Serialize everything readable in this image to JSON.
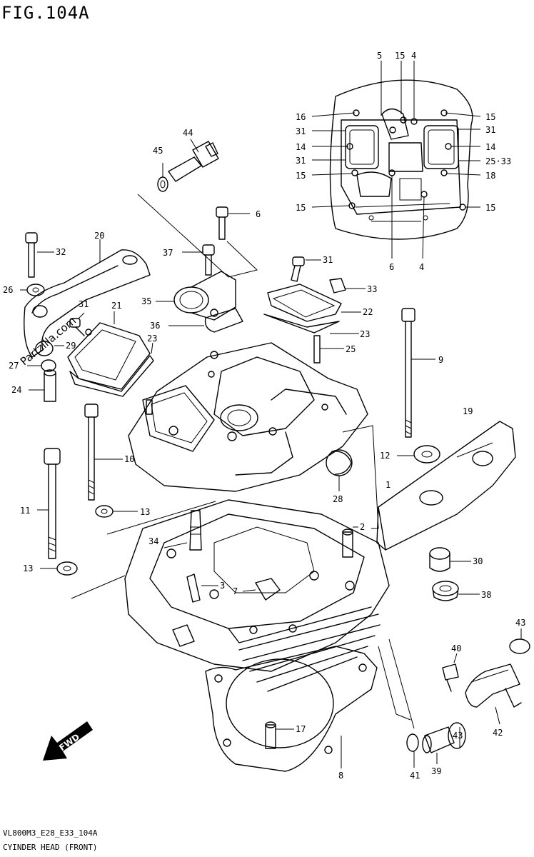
{
  "figure": {
    "title": "FIG.104A",
    "code": "VL800M3_E28_E33_104A",
    "name": "CYINDER HEAD (FRONT)"
  },
  "fwd_label": "FWD",
  "watermark": "Partzilla.com",
  "callouts": [
    {
      "id": "c5",
      "text": "5"
    },
    {
      "id": "c15a",
      "text": "15"
    },
    {
      "id": "c4a",
      "text": "4"
    },
    {
      "id": "c16a",
      "text": "16"
    },
    {
      "id": "c15b",
      "text": "15"
    },
    {
      "id": "c31a",
      "text": "31"
    },
    {
      "id": "c31b",
      "text": "31"
    },
    {
      "id": "c14a",
      "text": "14"
    },
    {
      "id": "c14b",
      "text": "14"
    },
    {
      "id": "c31c",
      "text": "31"
    },
    {
      "id": "c2533",
      "text": "25·33"
    },
    {
      "id": "c15c",
      "text": "15"
    },
    {
      "id": "c18",
      "text": "18"
    },
    {
      "id": "c15d",
      "text": "15"
    },
    {
      "id": "c15e",
      "text": "15"
    },
    {
      "id": "c6a",
      "text": "6"
    },
    {
      "id": "c4b",
      "text": "4"
    },
    {
      "id": "c44",
      "text": "44"
    },
    {
      "id": "c45",
      "text": "45"
    },
    {
      "id": "c6b",
      "text": "6"
    },
    {
      "id": "c20",
      "text": "20"
    },
    {
      "id": "c32",
      "text": "32"
    },
    {
      "id": "c37",
      "text": "37"
    },
    {
      "id": "c31d",
      "text": "31"
    },
    {
      "id": "c26",
      "text": "26"
    },
    {
      "id": "c35",
      "text": "35"
    },
    {
      "id": "c33",
      "text": "33"
    },
    {
      "id": "c31e",
      "text": "31"
    },
    {
      "id": "c21",
      "text": "21"
    },
    {
      "id": "c22",
      "text": "22"
    },
    {
      "id": "c36",
      "text": "36"
    },
    {
      "id": "c23a",
      "text": "23"
    },
    {
      "id": "c23b",
      "text": "23"
    },
    {
      "id": "c29",
      "text": "29"
    },
    {
      "id": "c25",
      "text": "25"
    },
    {
      "id": "c9",
      "text": "9"
    },
    {
      "id": "c27",
      "text": "27"
    },
    {
      "id": "c24",
      "text": "24"
    },
    {
      "id": "c19",
      "text": "19"
    },
    {
      "id": "c12",
      "text": "12"
    },
    {
      "id": "c10",
      "text": "10"
    },
    {
      "id": "c1",
      "text": "1"
    },
    {
      "id": "c28",
      "text": "28"
    },
    {
      "id": "c11",
      "text": "11"
    },
    {
      "id": "c13a",
      "text": "13"
    },
    {
      "id": "c2",
      "text": "2"
    },
    {
      "id": "c34",
      "text": "34"
    },
    {
      "id": "c30",
      "text": "30"
    },
    {
      "id": "c13b",
      "text": "13"
    },
    {
      "id": "c3",
      "text": "3"
    },
    {
      "id": "c7",
      "text": "7"
    },
    {
      "id": "c38",
      "text": "38"
    },
    {
      "id": "c43a",
      "text": "43"
    },
    {
      "id": "c40",
      "text": "40"
    },
    {
      "id": "c17",
      "text": "17"
    },
    {
      "id": "c42",
      "text": "42"
    },
    {
      "id": "c43b",
      "text": "43"
    },
    {
      "id": "c39",
      "text": "39"
    },
    {
      "id": "c41",
      "text": "41"
    },
    {
      "id": "c8",
      "text": "8"
    }
  ]
}
